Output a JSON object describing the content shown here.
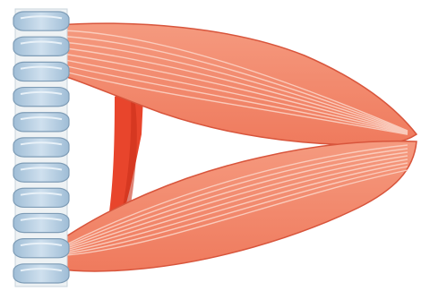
{
  "illustration": {
    "subject": "spine-with-muscle-bundles",
    "vertebra_count": 11,
    "muscle_bundle_count": 2,
    "tendon_count": 1,
    "icons": {
      "spine": "spine-icon",
      "vertebra": "vertebra-icon",
      "muscle": "muscle-icon",
      "tendon": "tendon-icon"
    },
    "colors": {
      "background": "#ffffff",
      "vertebra_fill": "#b9d2e6",
      "vertebra_stroke": "#7e9cb6",
      "disc_fill": "#eef2f4",
      "muscle_fill": "#f4876a",
      "muscle_stroke": "#d8553c",
      "muscle_fiber": "#fbd2c4",
      "tendon_fill": "#e8452c",
      "tendon_dark": "#c9311b"
    }
  }
}
